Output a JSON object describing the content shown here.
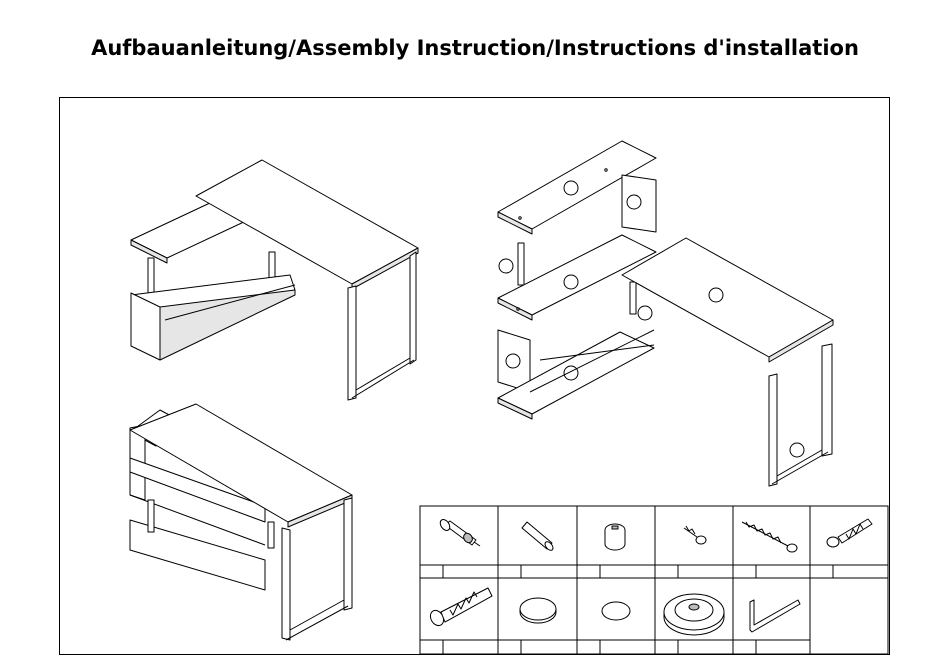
{
  "page": {
    "title": "Aufbauanleitung/Assembly Instruction/Instructions d'installation"
  },
  "hardware": {
    "row1": [
      "cam-bolt",
      "wooden-dowel",
      "cam-lock",
      "short-screw",
      "long-screw",
      "machine-screw"
    ],
    "row2": [
      "connector-bolt",
      "cap-large",
      "cap-small",
      "rotating-plate",
      "allen-key"
    ]
  }
}
